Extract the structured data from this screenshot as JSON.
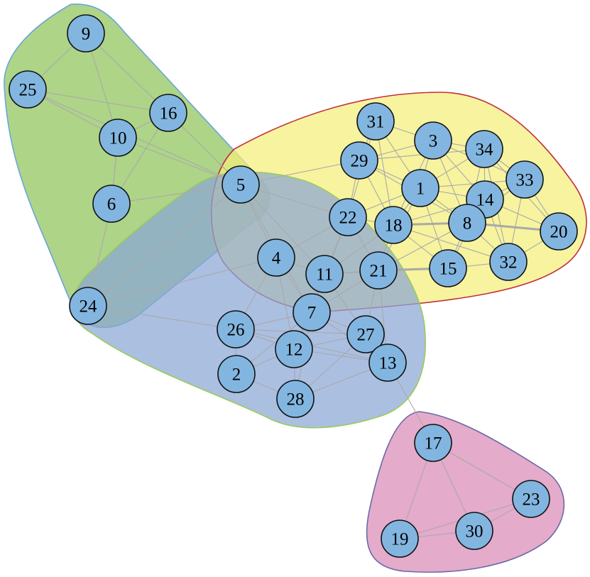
{
  "colors": {
    "node_fill": "#82b6e0",
    "node_stroke": "#111111",
    "edge": "#a9a9a9",
    "group_green": "#8fc45a",
    "group_yellow": "#f4ef7a",
    "group_blue": "#8aa6d6",
    "group_pink": "#d98ab6"
  },
  "groups": [
    {
      "name": "green",
      "members": [
        "9",
        "25",
        "16",
        "10",
        "6",
        "5",
        "24"
      ]
    },
    {
      "name": "yellow",
      "members": [
        "31",
        "3",
        "34",
        "29",
        "1",
        "33",
        "14",
        "22",
        "18",
        "8",
        "20",
        "4",
        "11",
        "21",
        "7",
        "15",
        "32"
      ]
    },
    {
      "name": "blue",
      "members": [
        "5",
        "24",
        "4",
        "11",
        "21",
        "7",
        "26",
        "27",
        "12",
        "13",
        "2",
        "28"
      ]
    },
    {
      "name": "pink",
      "members": [
        "17",
        "23",
        "19",
        "30"
      ]
    }
  ],
  "nodes": [
    "9",
    "25",
    "16",
    "10",
    "6",
    "5",
    "24",
    "31",
    "3",
    "34",
    "29",
    "1",
    "33",
    "14",
    "22",
    "18",
    "8",
    "20",
    "4",
    "11",
    "21",
    "15",
    "32",
    "7",
    "26",
    "27",
    "12",
    "13",
    "2",
    "28",
    "17",
    "23",
    "19",
    "30"
  ],
  "edges": [
    [
      "9",
      "25"
    ],
    [
      "9",
      "10"
    ],
    [
      "9",
      "16"
    ],
    [
      "25",
      "10"
    ],
    [
      "25",
      "16"
    ],
    [
      "25",
      "5"
    ],
    [
      "10",
      "16"
    ],
    [
      "10",
      "6"
    ],
    [
      "10",
      "5"
    ],
    [
      "16",
      "5"
    ],
    [
      "6",
      "5"
    ],
    [
      "6",
      "24"
    ],
    [
      "6",
      "10"
    ],
    [
      "16",
      "6"
    ],
    [
      "24",
      "5"
    ],
    [
      "24",
      "26"
    ],
    [
      "24",
      "4"
    ],
    [
      "5",
      "22"
    ],
    [
      "5",
      "4"
    ],
    [
      "5",
      "11"
    ],
    [
      "5",
      "29"
    ],
    [
      "5",
      "7"
    ],
    [
      "31",
      "29"
    ],
    [
      "31",
      "1"
    ],
    [
      "31",
      "3"
    ],
    [
      "31",
      "18"
    ],
    [
      "31",
      "22"
    ],
    [
      "29",
      "3"
    ],
    [
      "29",
      "1"
    ],
    [
      "29",
      "22"
    ],
    [
      "29",
      "18"
    ],
    [
      "29",
      "8"
    ],
    [
      "29",
      "34"
    ],
    [
      "3",
      "34"
    ],
    [
      "3",
      "1"
    ],
    [
      "3",
      "14"
    ],
    [
      "3",
      "33"
    ],
    [
      "3",
      "18"
    ],
    [
      "3",
      "8"
    ],
    [
      "34",
      "33"
    ],
    [
      "34",
      "14"
    ],
    [
      "34",
      "1"
    ],
    [
      "34",
      "8"
    ],
    [
      "34",
      "20"
    ],
    [
      "34",
      "32"
    ],
    [
      "1",
      "14"
    ],
    [
      "1",
      "18"
    ],
    [
      "1",
      "8"
    ],
    [
      "1",
      "22"
    ],
    [
      "1",
      "15"
    ],
    [
      "1",
      "21"
    ],
    [
      "1",
      "33"
    ],
    [
      "33",
      "14"
    ],
    [
      "33",
      "20"
    ],
    [
      "33",
      "8"
    ],
    [
      "33",
      "32"
    ],
    [
      "14",
      "8"
    ],
    [
      "14",
      "20"
    ],
    [
      "14",
      "32"
    ],
    [
      "14",
      "15"
    ],
    [
      "14",
      "18"
    ],
    [
      "22",
      "18"
    ],
    [
      "22",
      "11"
    ],
    [
      "22",
      "21"
    ],
    [
      "22",
      "4"
    ],
    [
      "22",
      "7"
    ],
    [
      "18",
      "8"
    ],
    [
      "18",
      "15"
    ],
    [
      "18",
      "21"
    ],
    [
      "18",
      "11"
    ],
    [
      "18",
      "32"
    ],
    [
      "8",
      "20"
    ],
    [
      "8",
      "32"
    ],
    [
      "8",
      "15"
    ],
    [
      "8",
      "21"
    ],
    [
      "20",
      "32"
    ],
    [
      "15",
      "32"
    ],
    [
      "15",
      "21"
    ],
    [
      "15",
      "11"
    ],
    [
      "4",
      "11"
    ],
    [
      "4",
      "7"
    ],
    [
      "4",
      "26"
    ],
    [
      "4",
      "12"
    ],
    [
      "11",
      "21"
    ],
    [
      "11",
      "7"
    ],
    [
      "11",
      "27"
    ],
    [
      "11",
      "12"
    ],
    [
      "21",
      "7"
    ],
    [
      "21",
      "27"
    ],
    [
      "21",
      "13"
    ],
    [
      "7",
      "26"
    ],
    [
      "7",
      "12"
    ],
    [
      "7",
      "27"
    ],
    [
      "7",
      "13"
    ],
    [
      "7",
      "28"
    ],
    [
      "7",
      "2"
    ],
    [
      "26",
      "12"
    ],
    [
      "26",
      "2"
    ],
    [
      "26",
      "27"
    ],
    [
      "26",
      "13"
    ],
    [
      "12",
      "27"
    ],
    [
      "12",
      "13"
    ],
    [
      "12",
      "2"
    ],
    [
      "12",
      "28"
    ],
    [
      "27",
      "13"
    ],
    [
      "2",
      "28"
    ],
    [
      "28",
      "13"
    ],
    [
      "28",
      "27"
    ],
    [
      "13",
      "17"
    ],
    [
      "17",
      "23"
    ],
    [
      "17",
      "19"
    ],
    [
      "17",
      "30"
    ],
    [
      "19",
      "30"
    ],
    [
      "30",
      "23"
    ],
    [
      "19",
      "23"
    ]
  ],
  "heavy_edges": [
    [
      "18",
      "8"
    ],
    [
      "15",
      "21"
    ],
    [
      "8",
      "20"
    ]
  ]
}
